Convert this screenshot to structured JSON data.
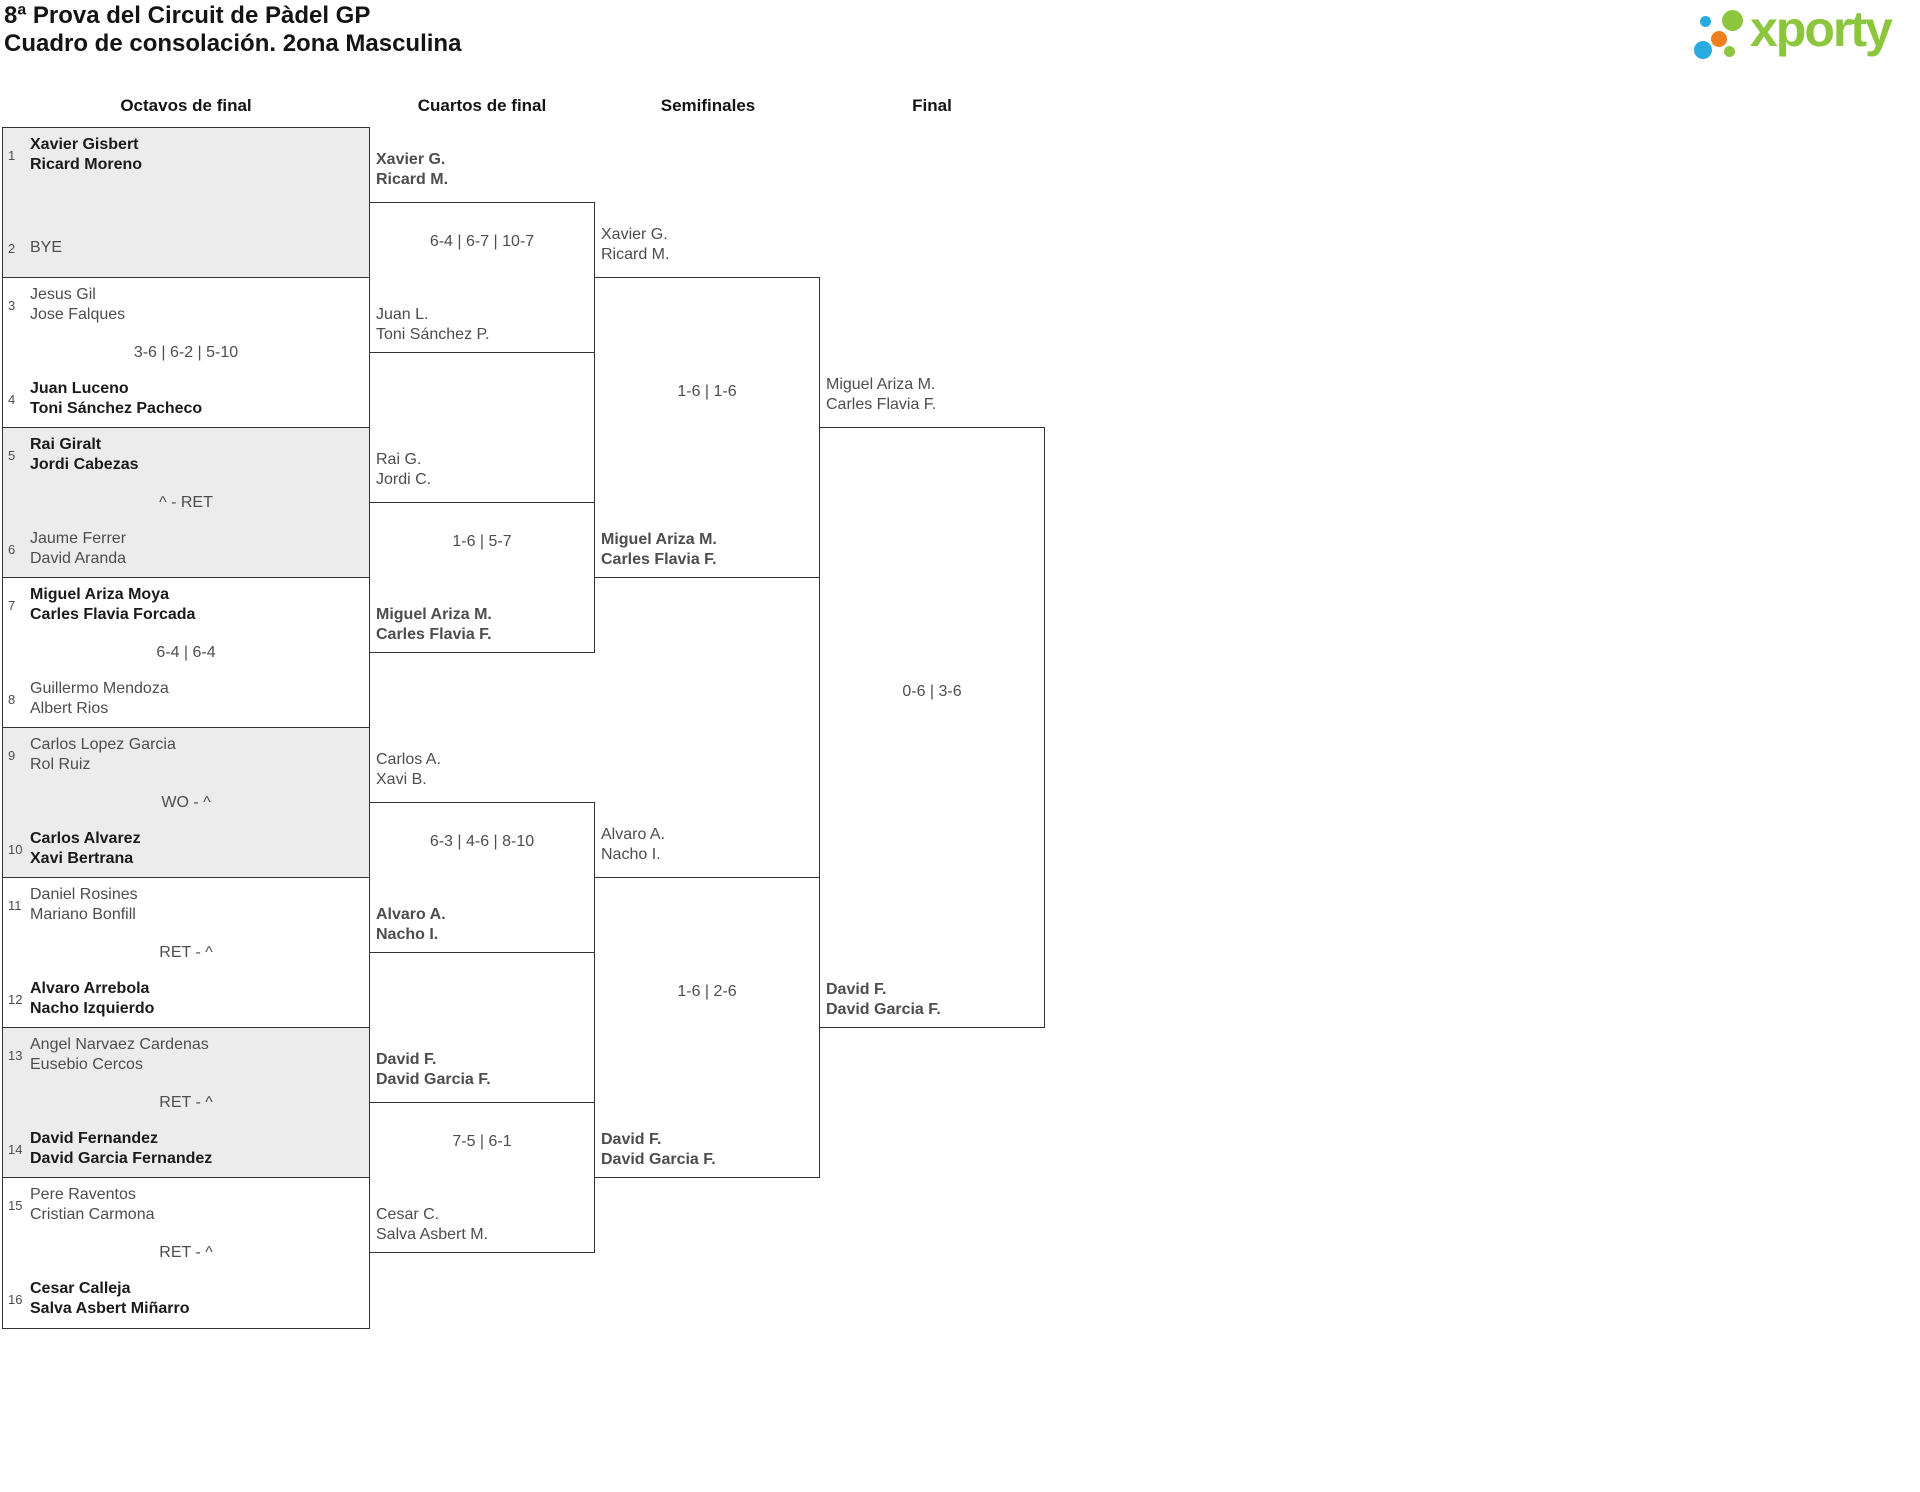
{
  "header": {
    "title_line1": "8ª Prova del Circuit de Pàdel GP",
    "title_line2": "Cuadro de consolación. 2ona Masculina"
  },
  "logo": {
    "wordmark": "xporty"
  },
  "colors": {
    "accent_green": "#8CC63E",
    "accent_blue": "#29ABE2",
    "accent_orange": "#F0801E",
    "shaded_row": "#ECECEC",
    "line": "#333333"
  },
  "rounds": {
    "r16": "Octavos de final",
    "qf": "Cuartos de final",
    "sf": "Semifinales",
    "final": "Final"
  },
  "octavos": {
    "slots": [
      {
        "seed": "1",
        "line1": "Xavier Gisbert",
        "line2": "Ricard Moreno",
        "winner": true
      },
      {
        "seed": "2",
        "line1": "BYE",
        "line2": "",
        "winner": false
      },
      {
        "seed": "3",
        "line1": "Jesus Gil",
        "line2": "Jose Falques",
        "winner": false
      },
      {
        "seed": "4",
        "line1": "Juan Luceno",
        "line2": "Toni Sánchez Pacheco",
        "winner": true
      },
      {
        "seed": "5",
        "line1": "Rai Giralt",
        "line2": "Jordi Cabezas",
        "winner": true
      },
      {
        "seed": "6",
        "line1": "Jaume Ferrer",
        "line2": "David Aranda",
        "winner": false
      },
      {
        "seed": "7",
        "line1": "Miguel Ariza Moya",
        "line2": "Carles Flavia Forcada",
        "winner": true
      },
      {
        "seed": "8",
        "line1": "Guillermo Mendoza",
        "line2": "Albert Rios",
        "winner": false
      },
      {
        "seed": "9",
        "line1": "Carlos Lopez Garcia",
        "line2": "Rol Ruiz",
        "winner": false
      },
      {
        "seed": "10",
        "line1": "Carlos Alvarez",
        "line2": "Xavi Bertrana",
        "winner": true
      },
      {
        "seed": "11",
        "line1": "Daniel Rosines",
        "line2": "Mariano Bonfill",
        "winner": false
      },
      {
        "seed": "12",
        "line1": "Alvaro Arrebola",
        "line2": "Nacho Izquierdo",
        "winner": true
      },
      {
        "seed": "13",
        "line1": "Angel Narvaez Cardenas",
        "line2": "Eusebio Cercos",
        "winner": false
      },
      {
        "seed": "14",
        "line1": "David Fernandez",
        "line2": "David Garcia Fernandez",
        "winner": true
      },
      {
        "seed": "15",
        "line1": "Pere Raventos",
        "line2": "Cristian Carmona",
        "winner": false
      },
      {
        "seed": "16",
        "line1": "Cesar Calleja",
        "line2": "Salva Asbert Miñarro",
        "winner": true
      }
    ],
    "scores": [
      "",
      "3-6 | 6-2 | 5-10",
      "^ - RET",
      "6-4 | 6-4",
      "WO - ^",
      "RET - ^",
      "RET - ^",
      "RET - ^"
    ]
  },
  "cuartos": [
    {
      "team1": {
        "line1": "Xavier G.",
        "line2": "Ricard M.",
        "winner": true
      },
      "team2": {
        "line1": "Juan L.",
        "line2": "Toni Sánchez P.",
        "winner": false
      },
      "score": "6-4 | 6-7 | 10-7"
    },
    {
      "team1": {
        "line1": "Rai G.",
        "line2": "Jordi C.",
        "winner": false
      },
      "team2": {
        "line1": "Miguel Ariza M.",
        "line2": "Carles Flavia F.",
        "winner": true
      },
      "score": "1-6 | 5-7"
    },
    {
      "team1": {
        "line1": "Carlos A.",
        "line2": "Xavi B.",
        "winner": false
      },
      "team2": {
        "line1": "Alvaro A.",
        "line2": "Nacho I.",
        "winner": true
      },
      "score": "6-3 | 4-6 | 8-10"
    },
    {
      "team1": {
        "line1": "David F.",
        "line2": "David Garcia F.",
        "winner": true
      },
      "team2": {
        "line1": "Cesar C.",
        "line2": "Salva Asbert M.",
        "winner": false
      },
      "score": "7-5 | 6-1"
    }
  ],
  "semifinales": [
    {
      "team1": {
        "line1": "Xavier G.",
        "line2": "Ricard M.",
        "winner": false
      },
      "team2": {
        "line1": "Miguel Ariza M.",
        "line2": "Carles Flavia F.",
        "winner": true
      },
      "score": "1-6 | 1-6"
    },
    {
      "team1": {
        "line1": "Alvaro A.",
        "line2": "Nacho I.",
        "winner": false
      },
      "team2": {
        "line1": "David F.",
        "line2": "David Garcia F.",
        "winner": true
      },
      "score": "1-6 | 2-6"
    }
  ],
  "final_match": {
    "team1": {
      "line1": "Miguel Ariza M.",
      "line2": "Carles Flavia F.",
      "winner": false
    },
    "team2": {
      "line1": "David F.",
      "line2": "David Garcia F.",
      "winner": true
    },
    "score": "0-6 | 3-6"
  }
}
